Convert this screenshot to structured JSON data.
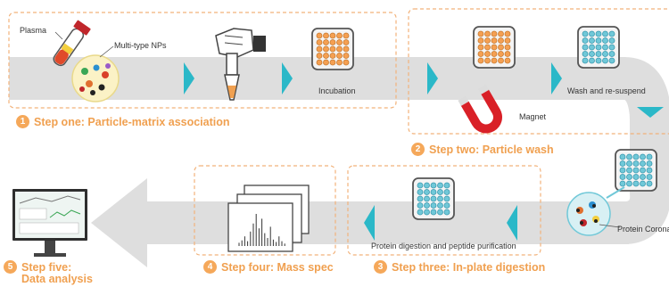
{
  "labels": {
    "plasma": "Plasma",
    "nps": "Multi-type NPs",
    "incubation": "Incubation",
    "magnet": "Magnet",
    "wash": "Wash and re-suspend",
    "corona": "Protein Corona",
    "digestion": "Protein digestion and peptide purification"
  },
  "steps": [
    {
      "num": "1",
      "label": "Step one: Particle-matrix association"
    },
    {
      "num": "2",
      "label": "Step two: Particle wash"
    },
    {
      "num": "3",
      "label": "Step three: In-plate digestion"
    },
    {
      "num": "4",
      "label": "Step four: Mass spec"
    },
    {
      "num": "5",
      "label_line1": "Step five:",
      "label_line2": "Data analysis"
    }
  ],
  "colors": {
    "band": "#dedede",
    "arrow": "#2bb8c8",
    "dashed_box": "#f2b27a",
    "step_text": "#f0a050",
    "plate_orange": "#f5a052",
    "plate_blue": "#70c8d8",
    "magnet_red": "#d92027"
  }
}
